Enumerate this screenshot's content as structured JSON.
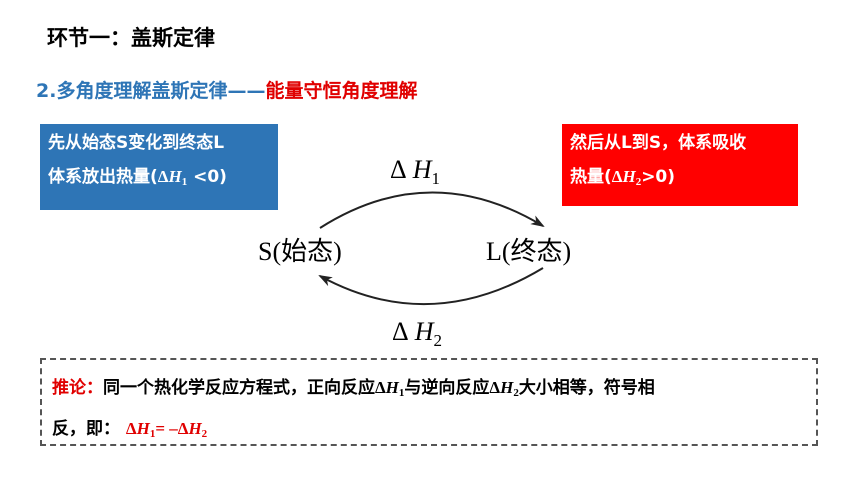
{
  "section_title": "环节一：盖斯定律",
  "subtitle": {
    "lead": "2.多角度理解盖斯定律——",
    "highlight": "能量守恒角度理解"
  },
  "box_left": {
    "line1": "先从始态S变化到终态L",
    "line2_prefix": "体系放出热量(",
    "delta": "Δ",
    "h": "H",
    "sub": "1",
    "line2_suffix": " <0)"
  },
  "box_right": {
    "line1": "然后从L到S，体系吸收",
    "line2_prefix": "热量(",
    "delta": "Δ",
    "h": "H",
    "sub": "2",
    "line2_suffix": ">0)"
  },
  "diagram": {
    "top_label": {
      "delta": "Δ",
      "h": "H",
      "sub": "1"
    },
    "bottom_label": {
      "delta": "Δ",
      "h": "H",
      "sub": "2"
    },
    "left_state": "S(始态)",
    "right_state": "L(终态)"
  },
  "note": {
    "label": "推论：",
    "text1": "同一个热化学反应方程式，正向反应",
    "t1_delta": "Δ",
    "t1_h": "H",
    "t1_sub": "1",
    "text2": "与逆向反应",
    "t2_delta": "Δ",
    "t2_h": "H",
    "t2_sub": "2",
    "text3": "大小相等，符号相",
    "text4": "反，即：",
    "eq": {
      "d1": "Δ",
      "h1": "H",
      "s1": "1",
      "mid": "= –",
      "d2": "Δ",
      "h2": "H",
      "s2": "2"
    }
  },
  "colors": {
    "blue": "#2e75b6",
    "red": "#ff0000"
  }
}
